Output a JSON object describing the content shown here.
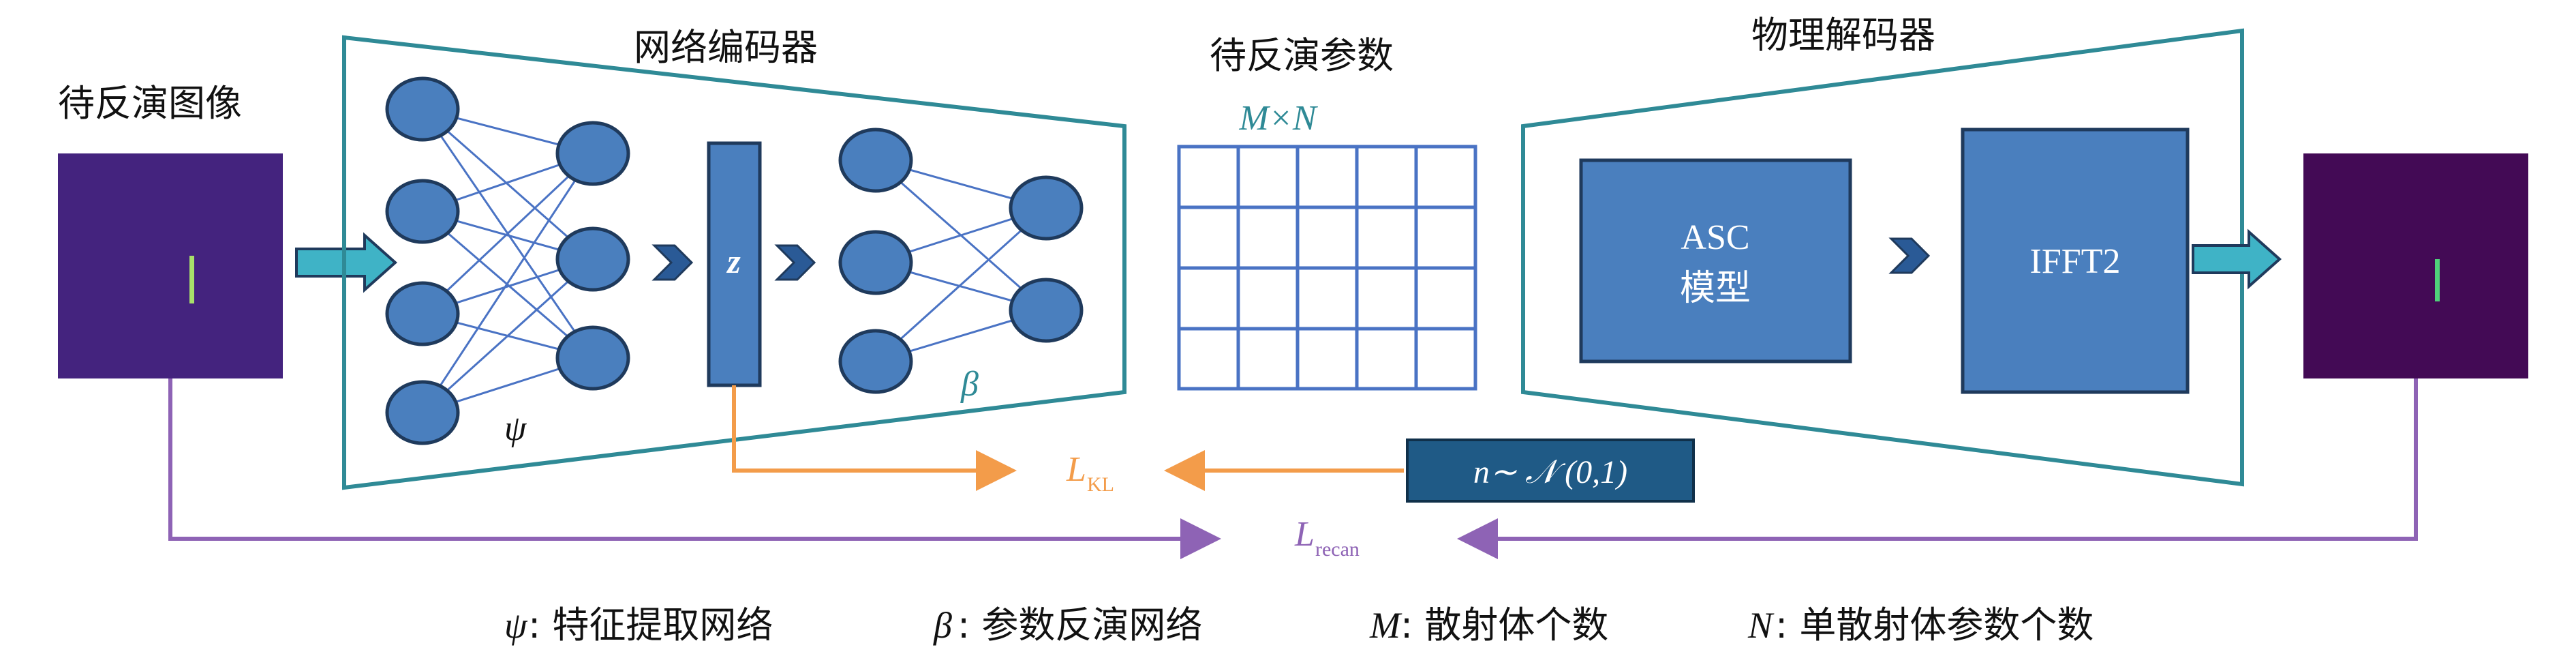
{
  "labels": {
    "input_image": "待反演图像",
    "encoder": "网络编码器",
    "params": "待反演参数",
    "decoder": "物理解码器",
    "matrix_dims": "M×N",
    "latent": "z",
    "psi": "ψ",
    "beta": "β",
    "asc_line1": "ASC",
    "asc_line2": "模型",
    "ifft": "IFFT2",
    "noise": "n∼ 𝒩 (0,1)",
    "loss_kl_main": "L",
    "loss_kl_sub": "KL",
    "loss_recon_main": "L",
    "loss_recon_sub": "recan"
  },
  "legend": [
    {
      "sym": "ψ",
      "text": ": 特征提取网络"
    },
    {
      "sym": "β",
      "text": ": 参数反演网络"
    },
    {
      "sym": "M",
      "text": ": 散射体个数"
    },
    {
      "sym": "N",
      "text": ": 单散射体参数个数"
    }
  ],
  "colors": {
    "teal": "#2f8a96",
    "node_fill": "#4a7fbe",
    "node_stroke": "#1f3a5c",
    "grid": "#4a73c4",
    "orange": "#f39c4a",
    "purple": "#8e63b5",
    "arrow_teal": "#3fb3c6",
    "image_bg": "#3c1f73",
    "image_bg2": "#430a55"
  }
}
